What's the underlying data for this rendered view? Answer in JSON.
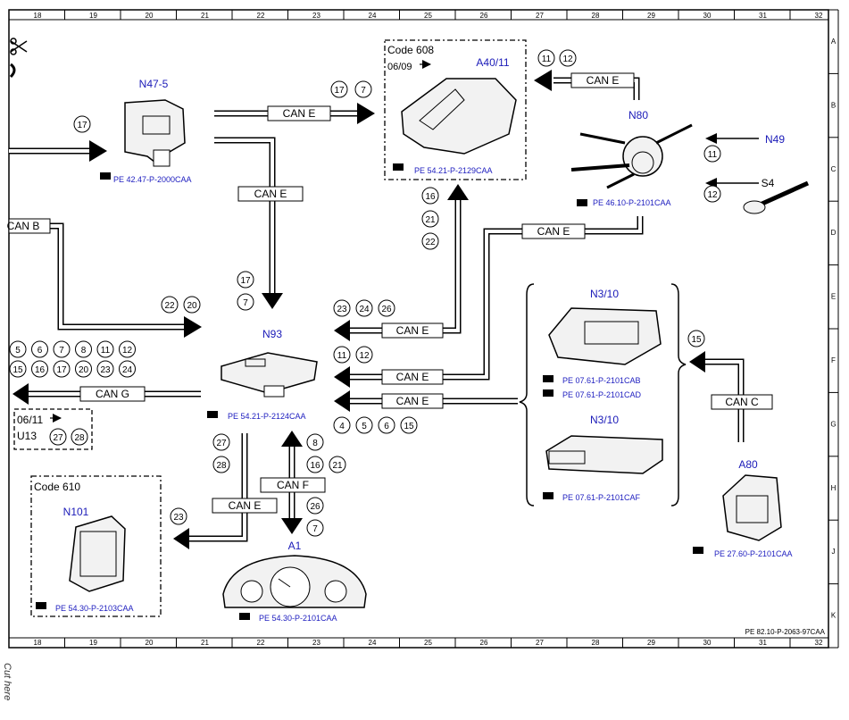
{
  "grid": {
    "columns": [
      "18",
      "19",
      "20",
      "21",
      "22",
      "23",
      "24",
      "25",
      "26",
      "27",
      "28",
      "29",
      "30",
      "31",
      "32"
    ],
    "rows": [
      "A",
      "B",
      "C",
      "D",
      "E",
      "F",
      "G",
      "H",
      "J",
      "K"
    ]
  },
  "footer_ref": "PE 82.10-P-2063-97CAA",
  "cut_here": "Cut here",
  "components": {
    "n47_5": {
      "label": "N47-5",
      "ref": "PE 42.47-P-2000CAA"
    },
    "a40_11": {
      "label": "A40/11",
      "code": "Code 608",
      "date": "06/09",
      "ref": "PE 54.21-P-2129CAA"
    },
    "n80": {
      "label": "N80",
      "ref": "PE 46.10-P-2101CAA"
    },
    "n49": {
      "label": "N49"
    },
    "s4": {
      "label": "S4"
    },
    "n93": {
      "label": "N93",
      "ref": "PE 54.21-P-2124CAA"
    },
    "n3_10": {
      "label": "N3/10",
      "ref_1": "PE 07.61-P-2101CAB",
      "ref_2": "PE 07.61-P-2101CAD",
      "ref_3": "PE 07.61-P-2101CAF"
    },
    "u13": {
      "date": "06/11",
      "label": "U13"
    },
    "n101": {
      "label": "N101",
      "code": "Code 610",
      "ref": "PE 54.30-P-2103CAA"
    },
    "a1": {
      "label": "A1",
      "ref": "PE 54.30-P-2101CAA"
    },
    "a80": {
      "label": "A80",
      "ref": "PE 27.60-P-2101CAA"
    }
  },
  "buses": {
    "can_e": "CAN E",
    "can_b": "CAN B",
    "can_g": "CAN G",
    "can_f": "CAN F",
    "can_c": "CAN C"
  },
  "signals": {
    "a40_out": [
      "17",
      "7"
    ],
    "n80_to_a40": [
      "11",
      "12"
    ],
    "n47_left": [
      "17"
    ],
    "n49": [
      "11"
    ],
    "s4": [
      "12"
    ],
    "a40_in": [
      "16",
      "21",
      "22"
    ],
    "can_e_down": [
      "17",
      "7"
    ],
    "can_b": [
      "22",
      "20"
    ],
    "n93_r1": [
      "23",
      "24",
      "26"
    ],
    "n93_r2": [
      "11",
      "12"
    ],
    "n93_r3": [
      "4",
      "5",
      "6",
      "15"
    ],
    "can_g_row1": [
      "5",
      "6",
      "7",
      "8",
      "11",
      "12"
    ],
    "can_g_row2": [
      "15",
      "16",
      "17",
      "20",
      "23",
      "24"
    ],
    "u13": [
      "27",
      "28"
    ],
    "can_e_n101_top": [
      "27",
      "28"
    ],
    "n101": [
      "23"
    ],
    "can_f": [
      "8",
      "16",
      "21",
      "26",
      "7"
    ],
    "can_c": [
      "15"
    ]
  },
  "colors": {
    "ref": "#2020c0",
    "label": "#1a1ab8",
    "line": "#000000"
  }
}
